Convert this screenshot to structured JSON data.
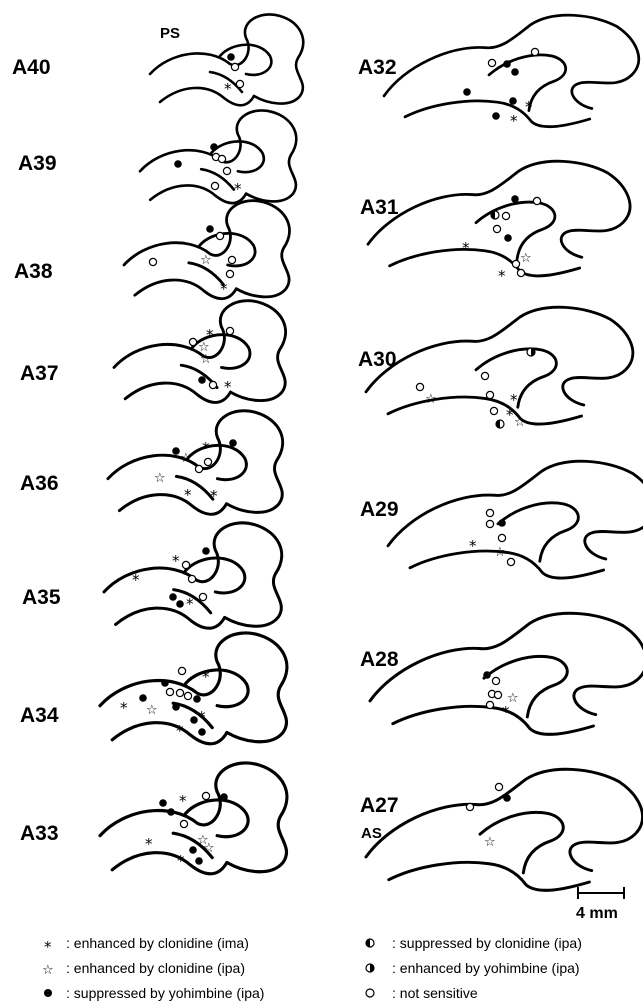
{
  "sections_left": [
    "A40",
    "A39",
    "A38",
    "A37",
    "A36",
    "A35",
    "A34",
    "A33"
  ],
  "sections_right": [
    "A32",
    "A31",
    "A30",
    "A29",
    "A28",
    "A27"
  ],
  "landmarks": {
    "principal_sulcus": "PS",
    "arcuate_sulcus": "AS"
  },
  "scale_bar": {
    "label": "4 mm"
  },
  "legend": [
    {
      "symbol": "asterisk-icon",
      "text": ": enhanced by clonidine (ima)"
    },
    {
      "symbol": "star-outline-icon",
      "text": ": enhanced by clonidine (ipa)"
    },
    {
      "symbol": "filled-circle-icon",
      "text": ": suppressed by yohimbine (ipa)"
    },
    {
      "symbol": "half-circle-left-filled-icon",
      "text": ": suppressed by clonidine (ipa)"
    },
    {
      "symbol": "half-circle-right-filled-icon",
      "text": ": enhanced by yohimbine (ipa)"
    },
    {
      "symbol": "open-circle-icon",
      "text": ": not sensitive"
    }
  ],
  "colors": {
    "ink": "#000000",
    "background": "#ffffff"
  }
}
